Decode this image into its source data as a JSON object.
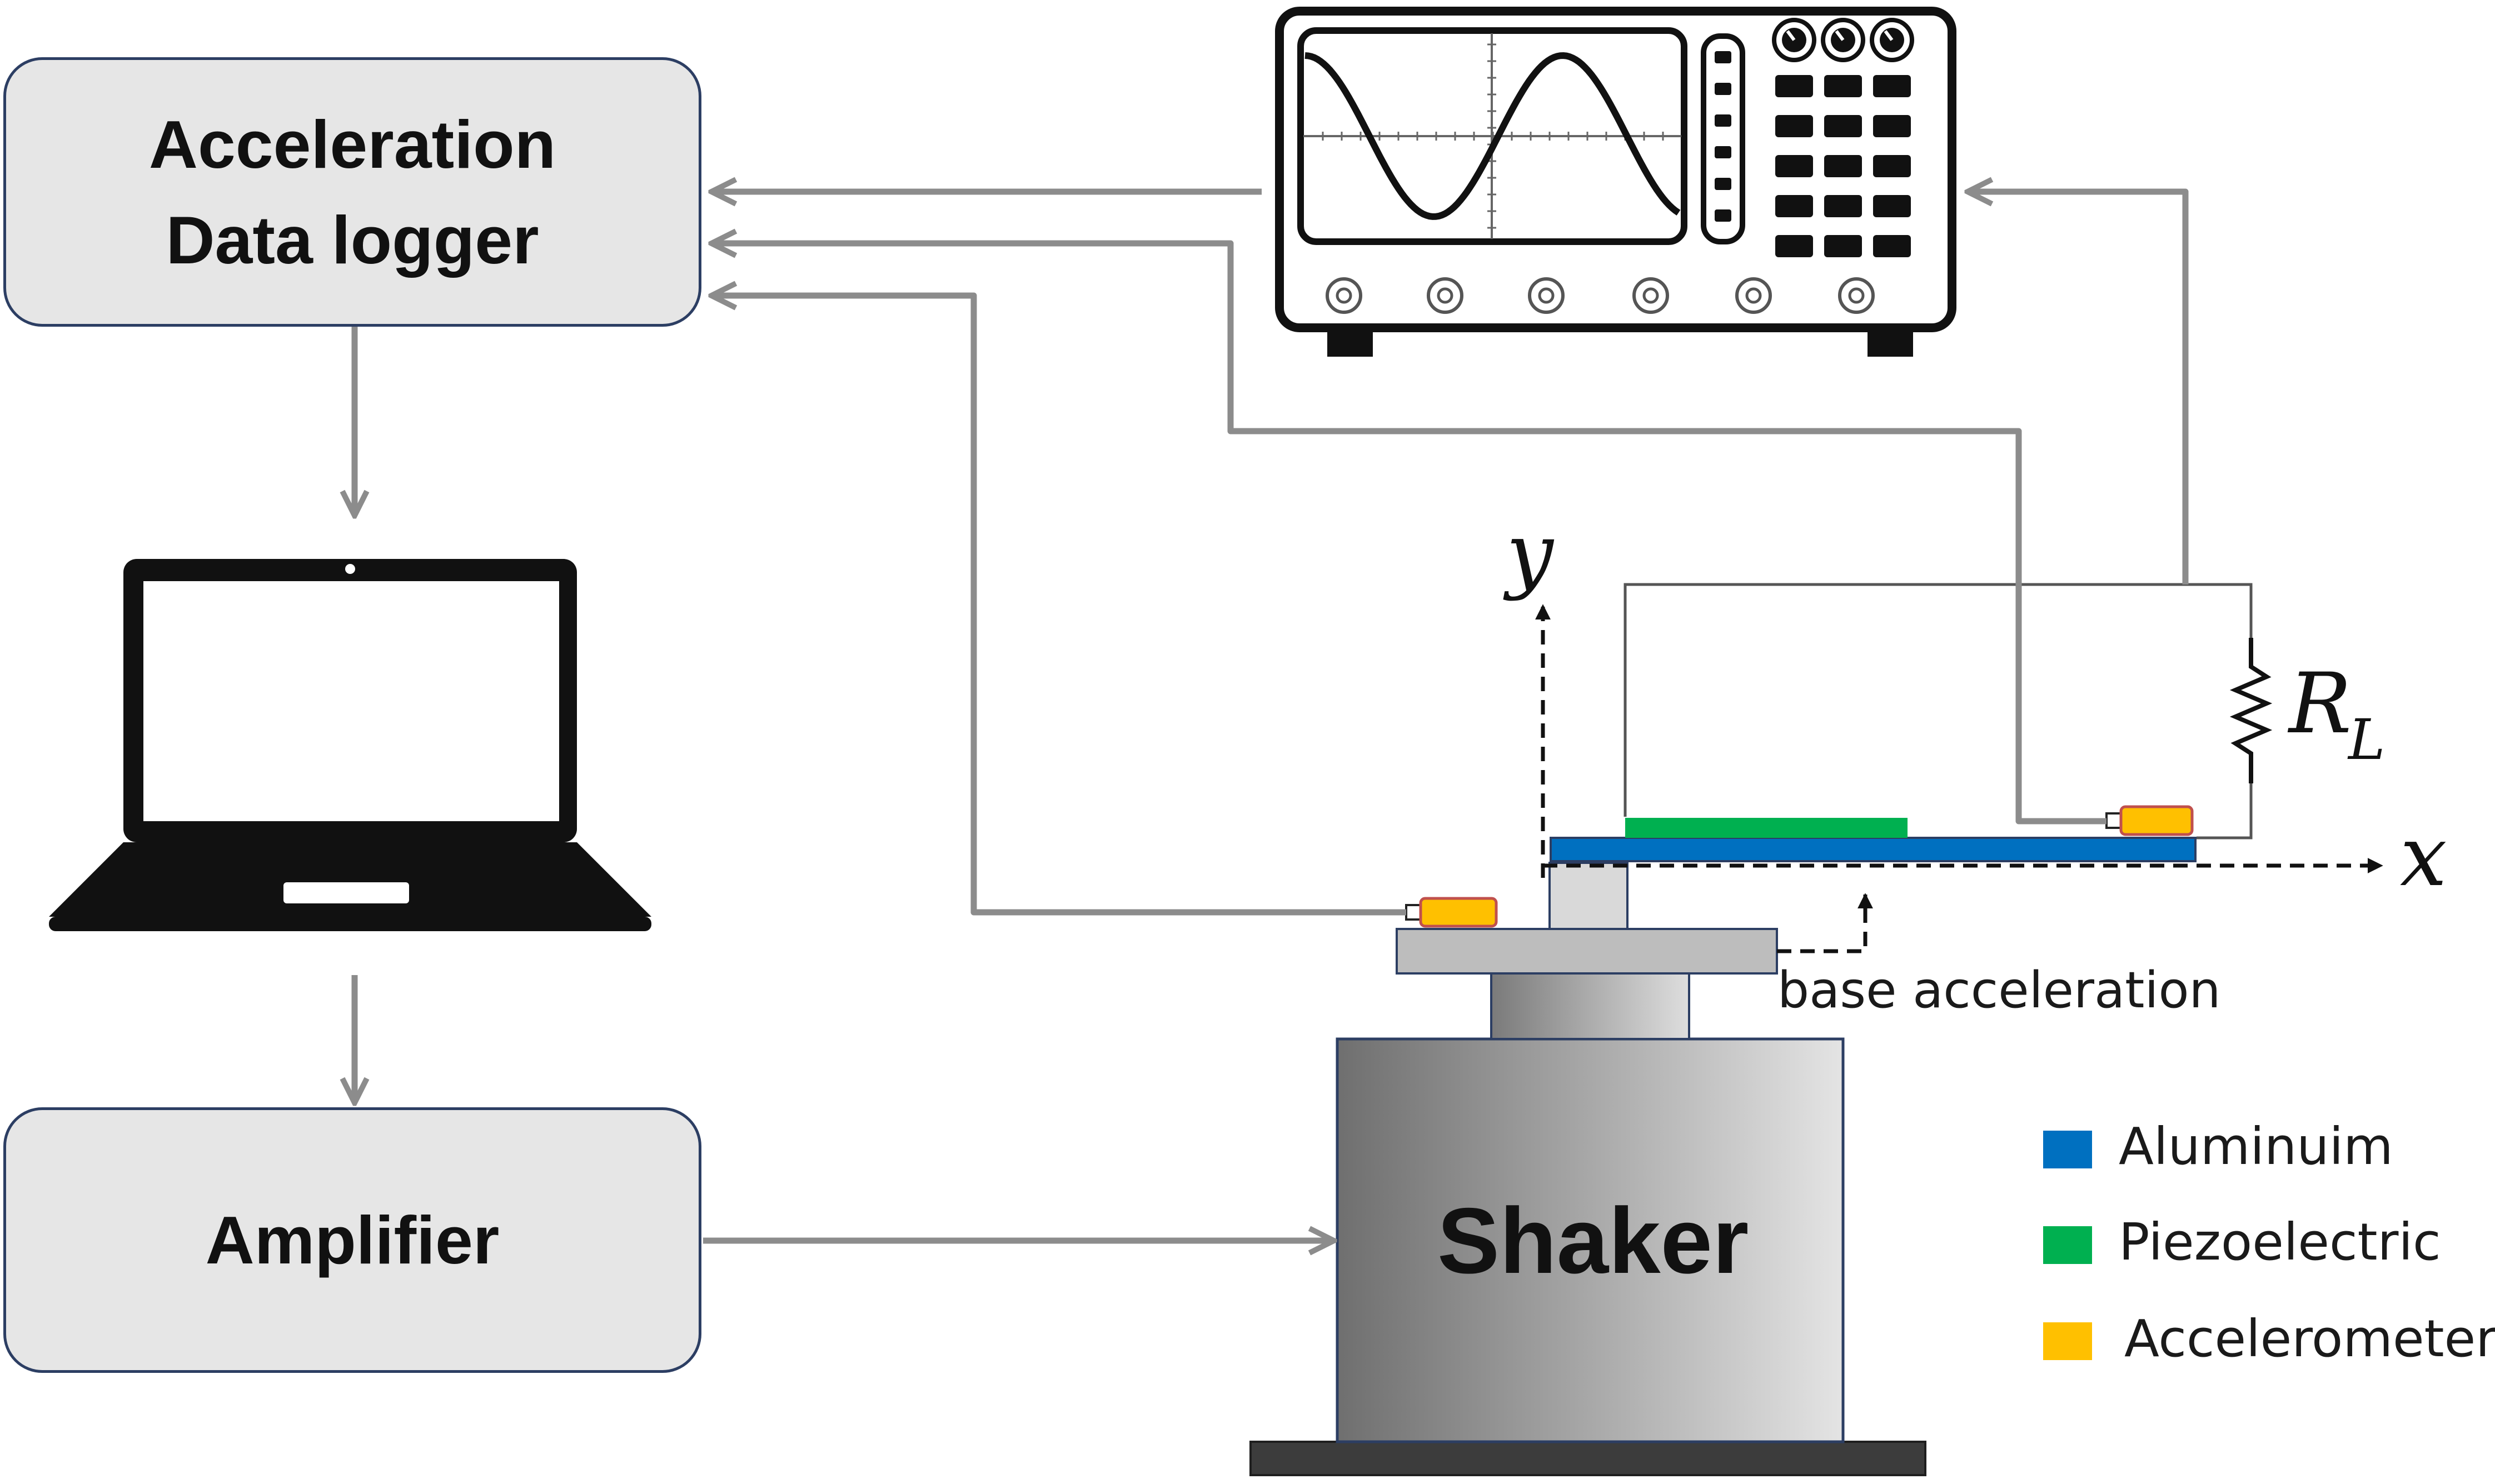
{
  "blocks": {
    "logger": "Acceleration\nData logger",
    "amplifier": "Amplifier",
    "shaker": "Shaker"
  },
  "labels": {
    "y_axis": "y",
    "x_axis": "x",
    "resistor_main": "R",
    "resistor_sub": "L",
    "base_acceleration": "base acceleration"
  },
  "legend": [
    {
      "label": "Aluminuim",
      "color": "#0070c0"
    },
    {
      "label": "Piezoelectric",
      "color": "#00b050"
    },
    {
      "label": "Accelerometer",
      "color": "#ffc000"
    }
  ],
  "colors": {
    "arrow": "#8c8c8c",
    "box_border": "#2c3e63",
    "box_fill": "#e6e6e6",
    "accelerometer_border": "#c0504d"
  }
}
